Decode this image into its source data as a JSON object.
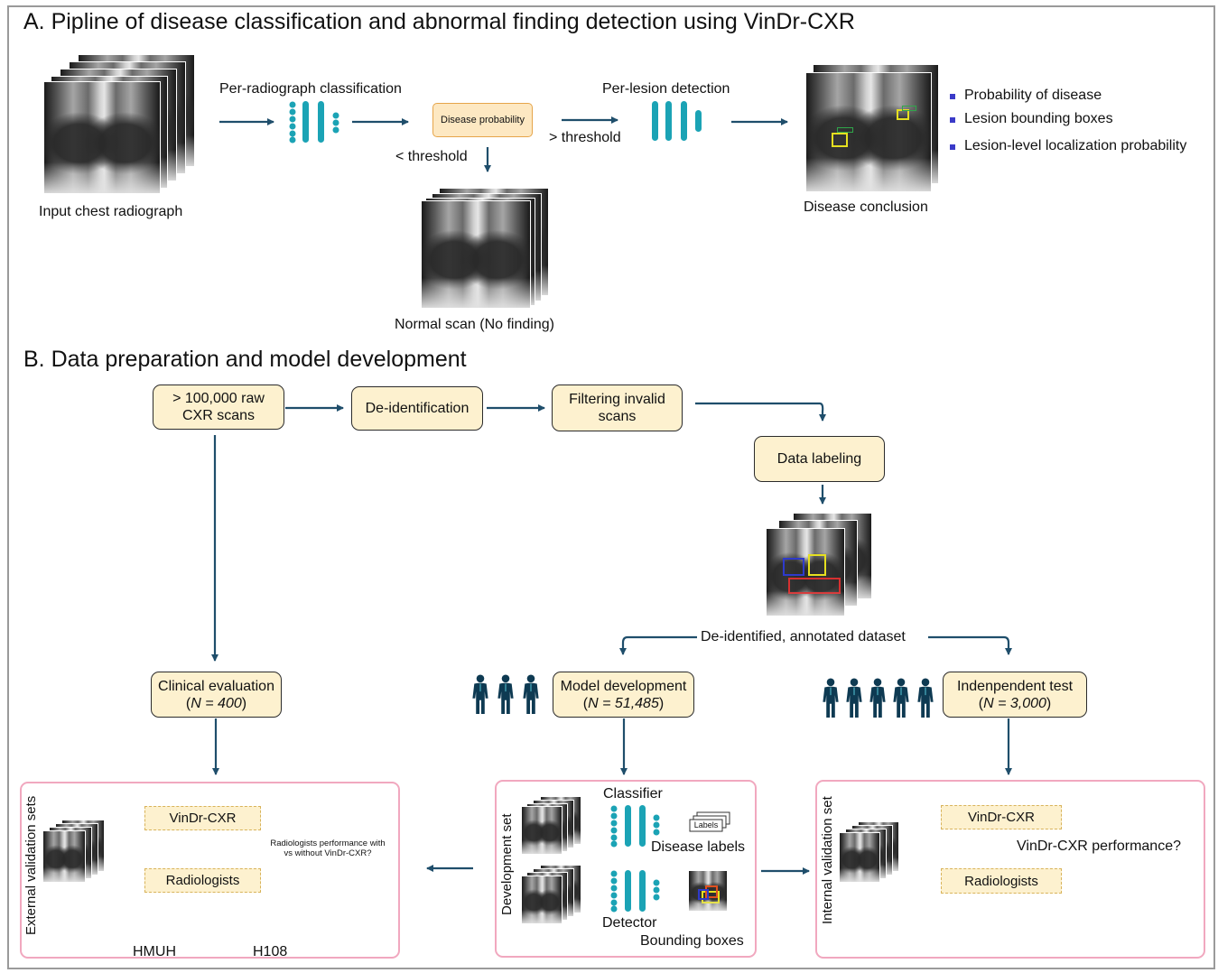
{
  "section_a": {
    "title": "A. Pipline of disease classification and abnormal finding detection using VinDr-CXR",
    "input_label": "Input chest radiograph",
    "per_radiograph_label": "Per-radiograph classification",
    "disease_prob_box": "Disease probability",
    "below_threshold": "< threshold",
    "above_threshold": "> threshold",
    "per_lesion_label": "Per-lesion detection",
    "normal_scan_label": "Normal scan (No finding)",
    "disease_conclusion_label": "Disease conclusion",
    "outputs": [
      "Probability of disease",
      "Lesion bounding boxes",
      "Lesion-level localization probability"
    ]
  },
  "section_b": {
    "title": "B. Data preparation and model development",
    "raw_scans": [
      "> 100,000 raw",
      "CXR scans"
    ],
    "deidentification": "De-identification",
    "filtering": [
      "Filtering invalid",
      "scans"
    ],
    "data_labeling": "Data labeling",
    "dataset_label": "De-identified, annotated dataset",
    "clinical_eval": {
      "line1": "Clinical evaluation",
      "n_open": "(",
      "n": "N = 400",
      "n_close": ")"
    },
    "model_dev": {
      "line1": "Model development",
      "n_open": "(",
      "n": "N = 51,485",
      "n_close": ")"
    },
    "indep_test": {
      "line1": "Indenpendent test",
      "n_open": "(",
      "n": "N = 3,000",
      "n_close": ")"
    },
    "external": {
      "side_label": "External validation sets",
      "vindr": "VinDr-CXR",
      "radiologists": "Radiologists",
      "question": [
        "Radiologists performance with",
        "vs without VinDr-CXR?"
      ],
      "hmuh": "HMUH",
      "h108": "H108"
    },
    "development": {
      "side_label": "Development set",
      "classifier": "Classifier",
      "labels_tag": "Labels",
      "disease_labels": "Disease labels",
      "detector": "Detector",
      "bounding_boxes": "Bounding boxes"
    },
    "internal": {
      "side_label": "Internal validation set",
      "vindr": "VinDr-CXR",
      "radiologists": "Radiologists",
      "question": "VinDr-CXR performance?"
    }
  },
  "colors": {
    "arrow": "#1f4e6b",
    "teal": "#1ba3b5",
    "box_fill": "#fdf1cf",
    "pink_border": "#f1a8bf",
    "person": "#0e3a52",
    "bullet": "#3a3ac8"
  }
}
